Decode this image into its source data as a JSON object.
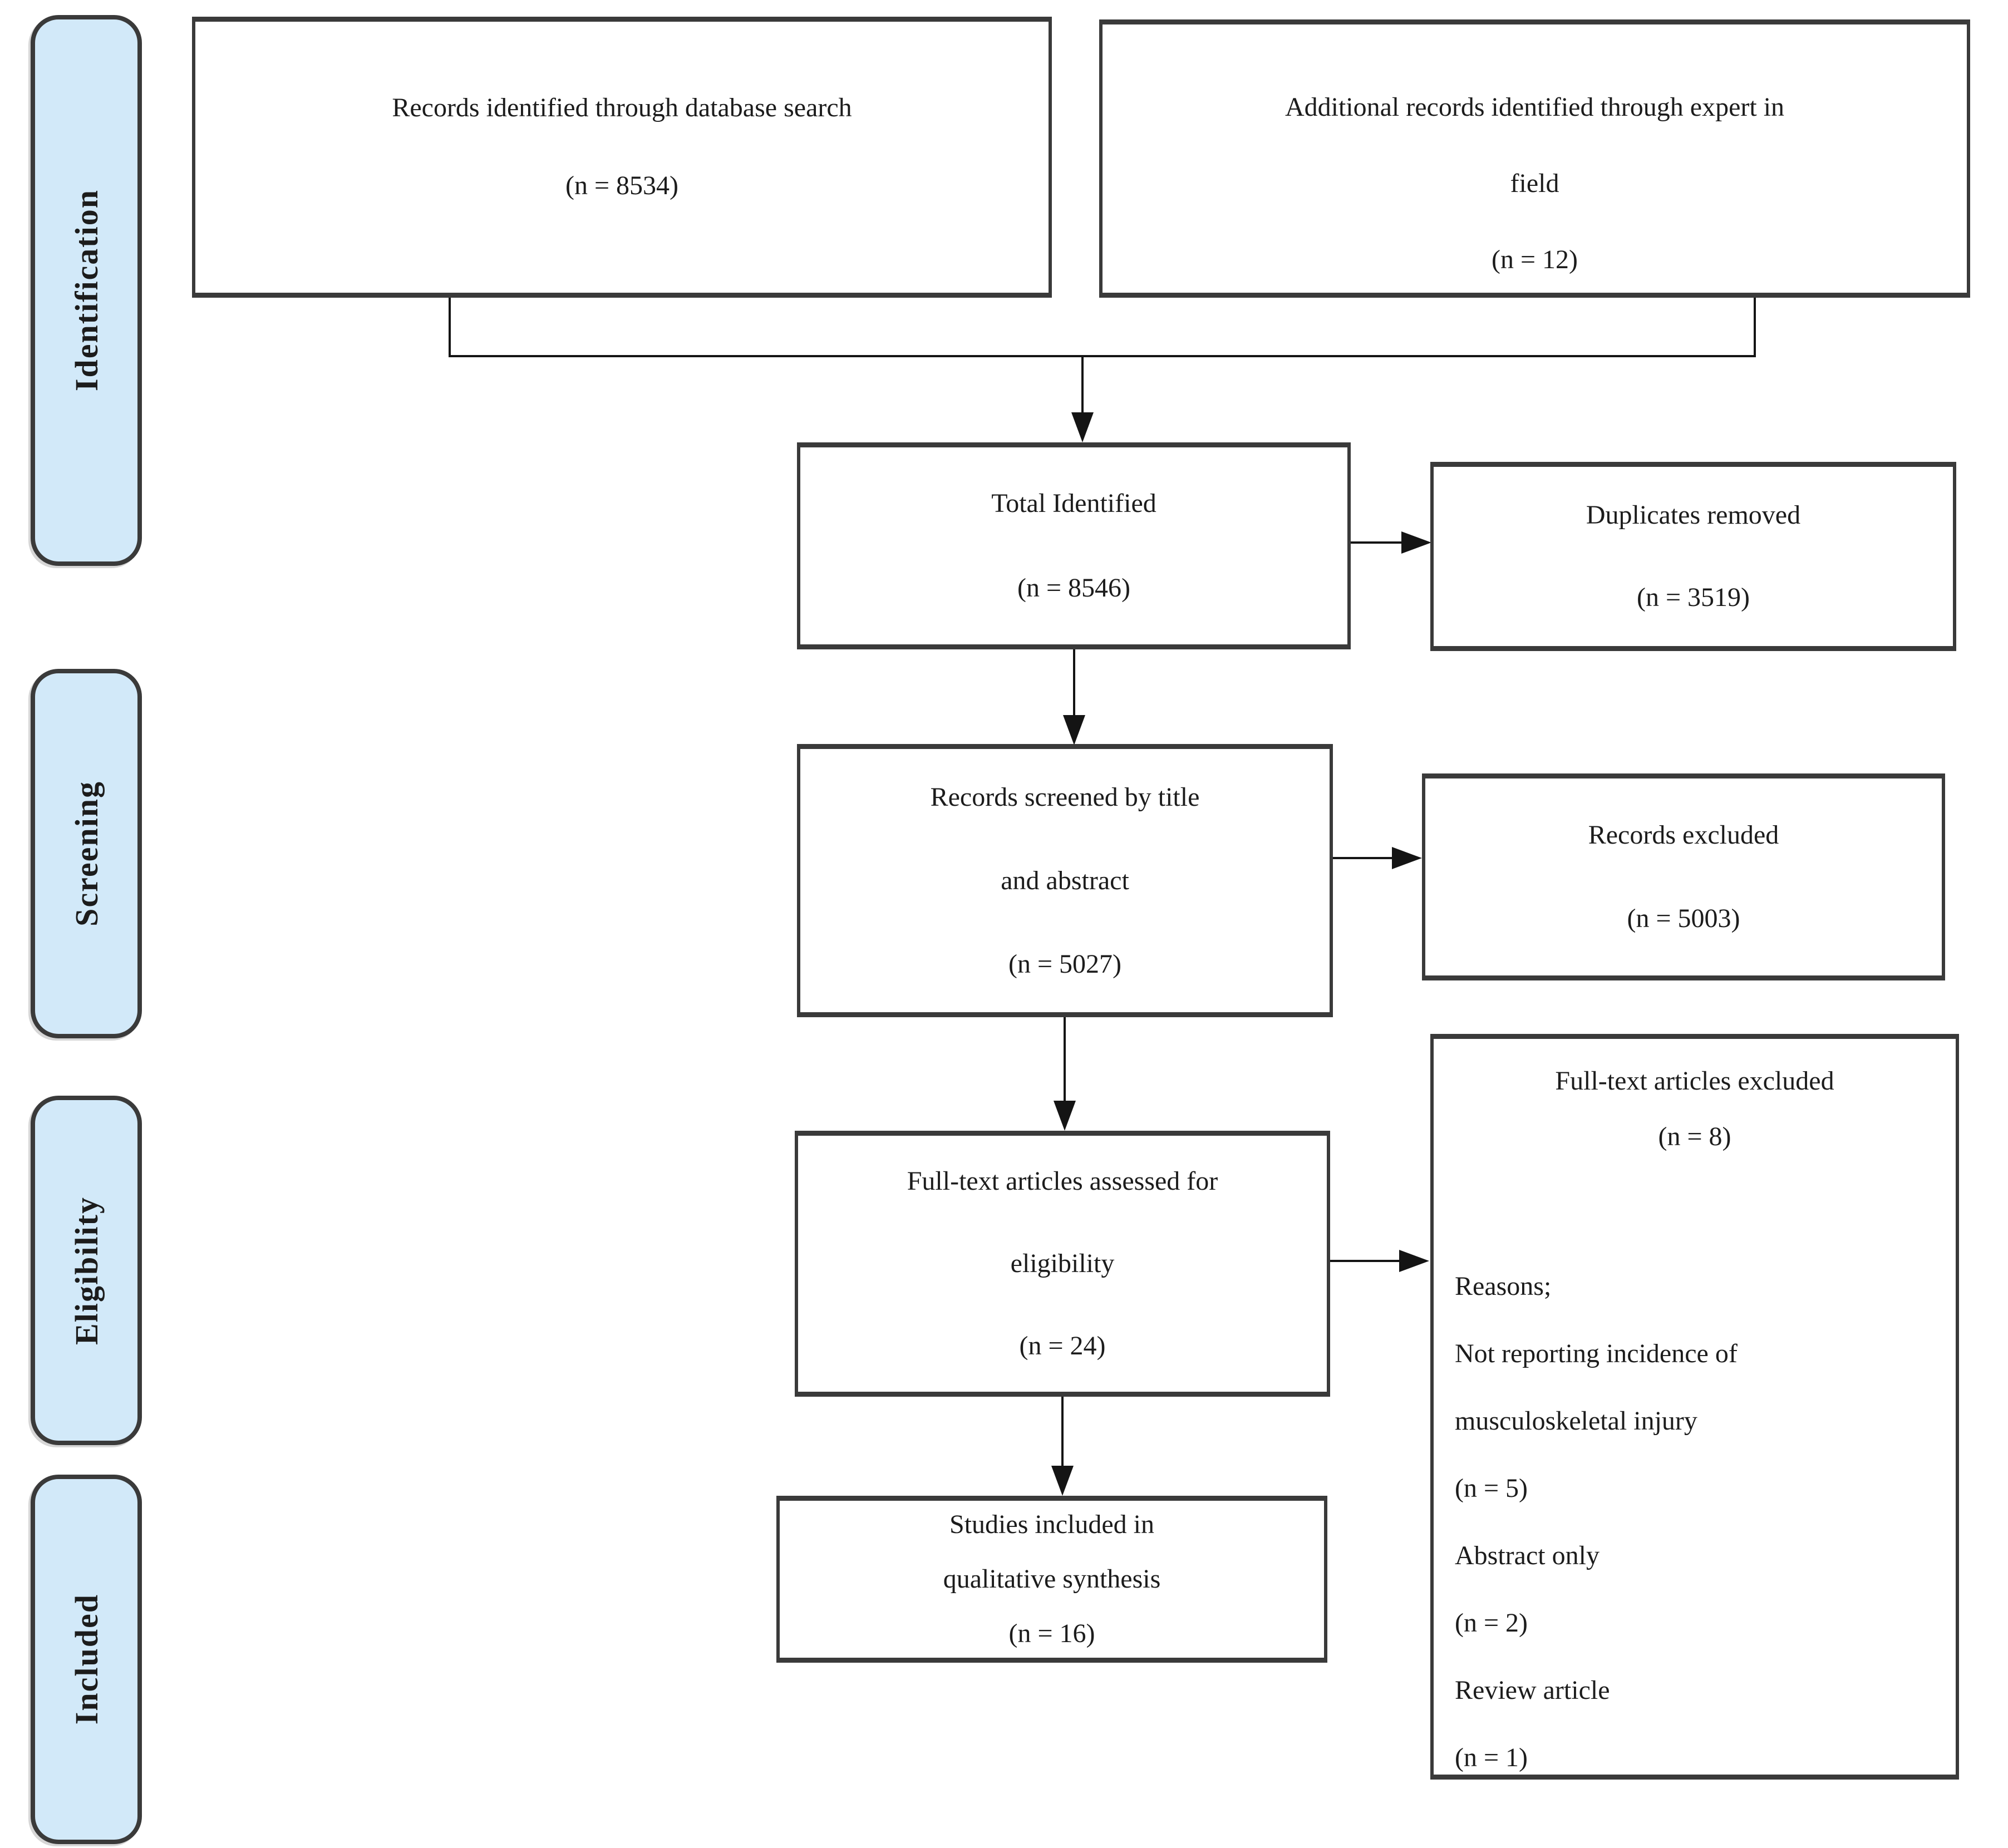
{
  "palette": {
    "band_fill": "#d2e9f9",
    "band_border": "#3a3a3a",
    "box_border": "#3a3a3a",
    "line_color": "#141414",
    "text_color": "#1c1c1c",
    "background": "#ffffff"
  },
  "sidebar": {
    "bands": [
      {
        "label": "Identification"
      },
      {
        "label": "Screening"
      },
      {
        "label": "Eligibility"
      },
      {
        "label": "Included"
      }
    ]
  },
  "flow": {
    "db_search": {
      "lines": [
        "Records identified through database search",
        "(n = 8534)"
      ]
    },
    "expert_field": {
      "lines": [
        "Additional records identified through expert in",
        "field",
        "(n = 12)"
      ]
    },
    "total_identified": {
      "lines": [
        "Total Identified",
        "(n = 8546)"
      ]
    },
    "duplicates_removed": {
      "lines": [
        "Duplicates removed",
        "(n = 3519)"
      ]
    },
    "records_screened": {
      "lines": [
        "Records screened by title",
        "and abstract",
        "(n = 5027)"
      ]
    },
    "records_excluded": {
      "lines": [
        "Records excluded",
        "(n = 5003)"
      ]
    },
    "fulltext_assessed": {
      "lines": [
        "Full-text articles assessed for",
        "eligibility",
        "(n = 24)"
      ]
    },
    "fulltext_excluded": {
      "title_lines": [
        "Full-text articles excluded",
        "(n = 8)"
      ],
      "body_lines": [
        "Reasons;",
        "Not reporting incidence of",
        "musculoskeletal injury",
        "(n = 5)",
        "Abstract only",
        "(n = 2)",
        "Review article",
        "(n = 1)"
      ]
    },
    "studies_included": {
      "lines": [
        "Studies included in",
        "qualitative synthesis",
        "(n = 16)"
      ]
    }
  }
}
